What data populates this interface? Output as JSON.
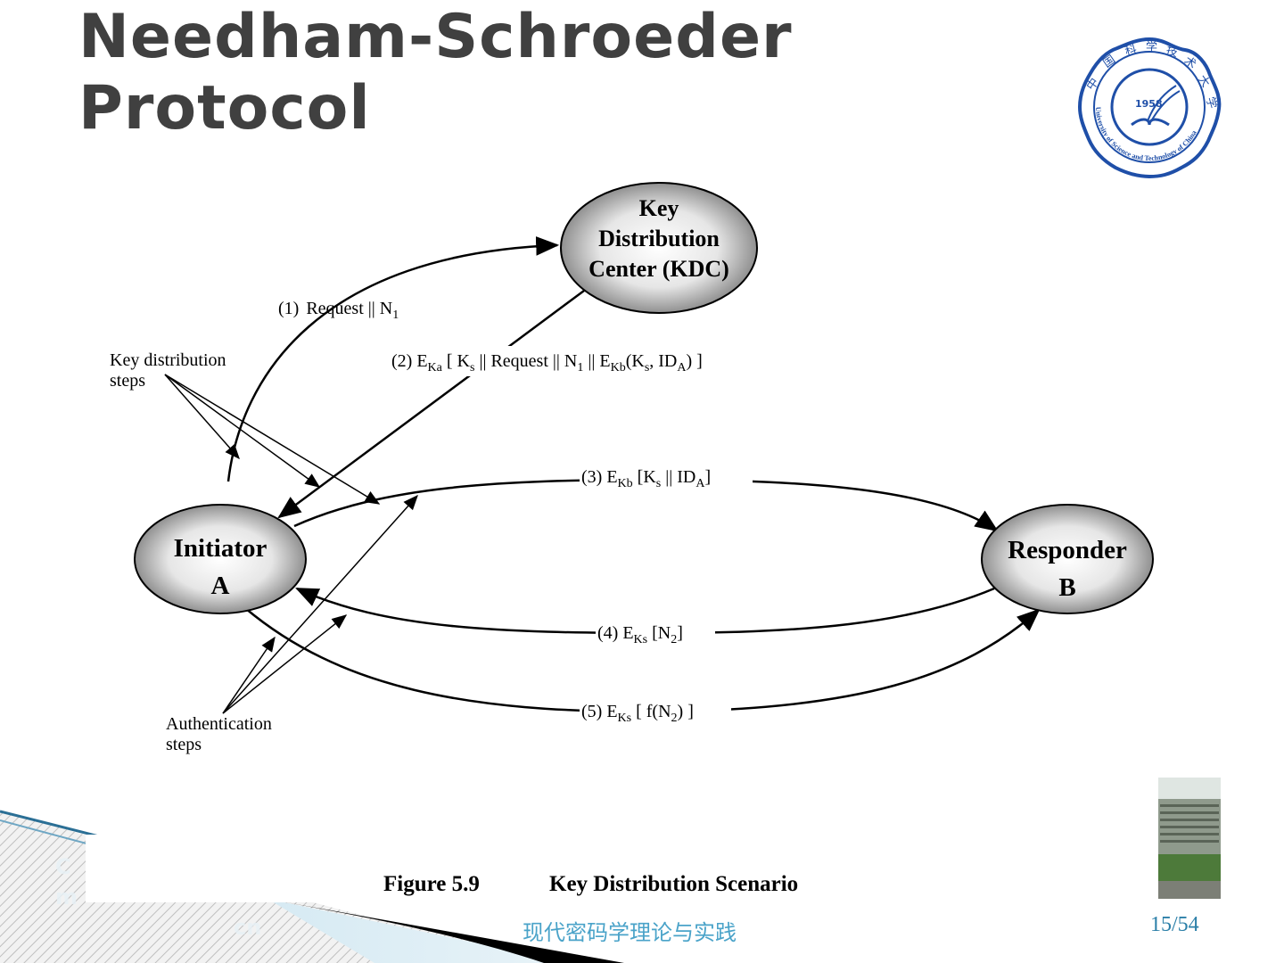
{
  "slide": {
    "title_line1": "Needham-Schroeder",
    "title_line2": "Protocol",
    "footer": "现代密码学理论与实践",
    "page": "15/54",
    "logo": {
      "year": "1958",
      "ring_text": "University of Science and Technology of China"
    },
    "email_line1": "C",
    "email_line2": "m",
    "email_line3": "cn",
    "colors": {
      "title": "#404040",
      "footer": "#4aa3c9",
      "page": "#2b7fa8",
      "logo": "#1f4fa8"
    }
  },
  "diagram": {
    "kdc_line1": "Key",
    "kdc_line2": "Distribution",
    "kdc_line3": "Center (KDC)",
    "initiator_line1": "Initiator",
    "initiator_line2": "A",
    "responder_line1": "Responder",
    "responder_line2": "B",
    "key_dist_line1": "Key distribution",
    "key_dist_line2": "steps",
    "auth_line1": "Authentication",
    "auth_line2": "steps",
    "caption_fig": "Figure 5.9",
    "caption_title": "Key Distribution Scenario",
    "msg1": {
      "num": "(1)",
      "text": "Request || N",
      "sub": "1"
    },
    "msg2": {
      "p1": "(2) E",
      "s1": "Ka",
      "p2": " [ K",
      "s2": "s",
      "p3": " || Request || N",
      "s3": "1",
      "p4": " || E",
      "s4": "Kb",
      "p5": "(K",
      "s5": "s",
      "p6": ", ID",
      "s6": "A",
      "p7": ") ]"
    },
    "msg3": {
      "p1": "(3) E",
      "s1": "Kb",
      "p2": " [K",
      "s2": "s",
      "p3": " || ID",
      "s3": "A",
      "p4": "]"
    },
    "msg4": {
      "p1": "(4) E",
      "s1": "Ks",
      "p2": " [N",
      "s2": "2",
      "p3": "]"
    },
    "msg5": {
      "p1": "(5) E",
      "s1": "Ks",
      "p2": " [ f(N",
      "s2": "2",
      "p3": ") ]"
    }
  }
}
